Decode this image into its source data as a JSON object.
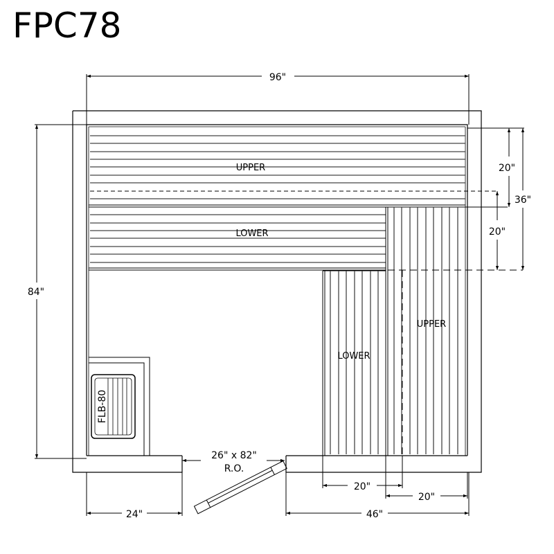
{
  "title": "FPC78",
  "dimensions": {
    "overall_width": "96\"",
    "overall_depth": "84\"",
    "upper_bench_depth": "20\"",
    "lower_bench_depth": "20\"",
    "bench_total_depth": "36\"",
    "left_wall_segment": "24\"",
    "right_wall_segment": "46\"",
    "side_lower_bench_width": "20\"",
    "side_upper_bench_width": "20\""
  },
  "door": {
    "size": "26\" x 82\"",
    "note": "R.O."
  },
  "benches": {
    "back_upper": "UPPER",
    "back_lower": "LOWER",
    "side_lower": "LOWER",
    "side_upper": "UPPER"
  },
  "heater": {
    "model": "FLB-80"
  },
  "colors": {
    "line": "#000000",
    "slat": "#555555",
    "background": "#ffffff"
  }
}
